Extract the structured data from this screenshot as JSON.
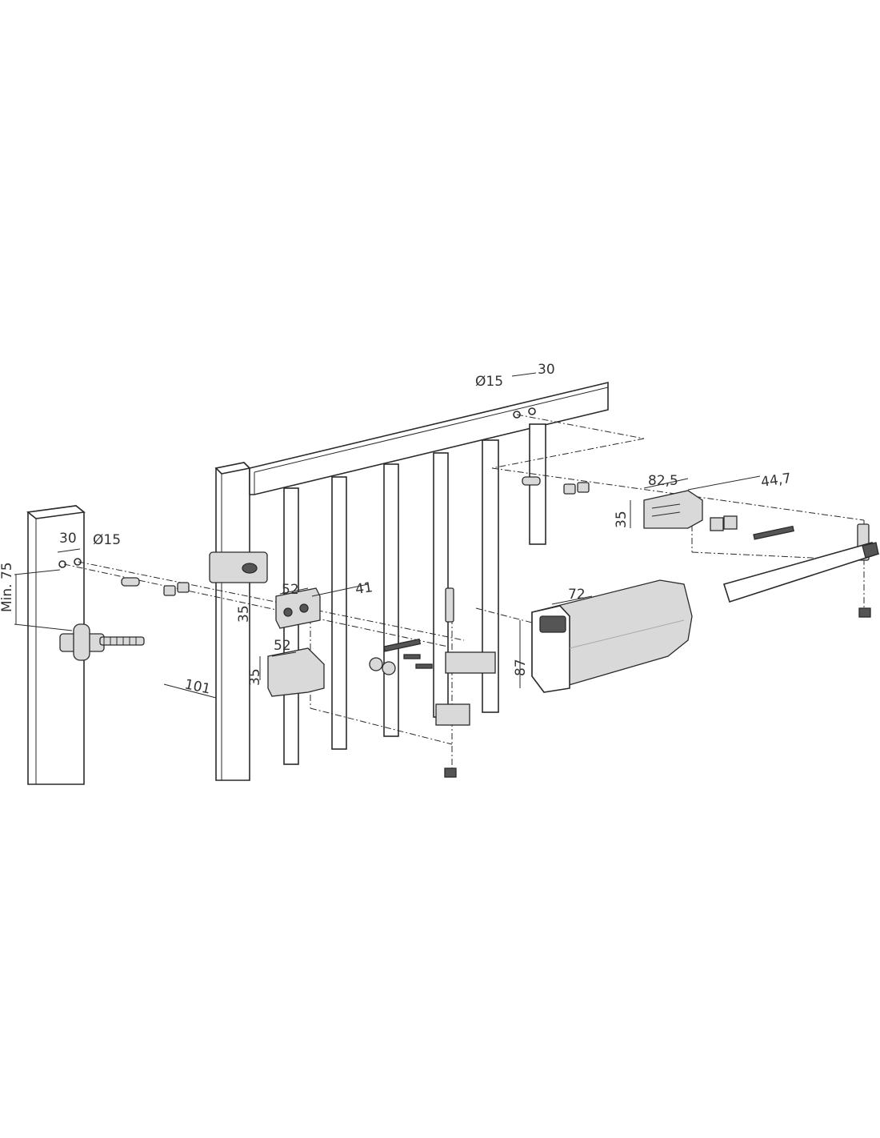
{
  "dimensions": {
    "rail_hole_diameter": "Ø15",
    "rail_hole_spacing": "30",
    "rear_bracket_width": "82,5",
    "rear_bracket_offset": "44,7",
    "rear_bracket_height": "35",
    "post_hole_spacing": "30",
    "post_hole_diameter": "Ø15",
    "post_min_height": "Min. 75",
    "front_bracket_upper_width": "52",
    "front_bracket_upper_offset": "41",
    "front_bracket_upper_height": "35",
    "front_bracket_lower_width": "52",
    "front_bracket_lower_height": "35",
    "front_bracket_lower_length": "101",
    "motor_width": "72",
    "motor_height": "87"
  }
}
